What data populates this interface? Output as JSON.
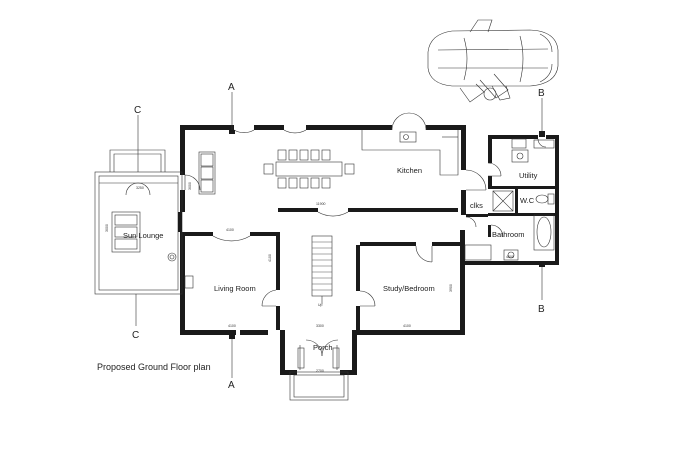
{
  "title": "Proposed Ground Floor plan",
  "rooms": {
    "kitchen": "Kitchen",
    "utility": "Utility",
    "wc": "W.C",
    "clks": "clks",
    "bathroom": "Bathroom",
    "sun_lounge": "Sun Lounge",
    "living_room": "Living Room",
    "study_bedroom": "Study/Bedroom",
    "porch": "Porch",
    "stair_up": "Up"
  },
  "section_markers": {
    "a_top": "A",
    "a_bottom": "A",
    "b_top": "B",
    "b_bottom": "B",
    "c_top": "C",
    "c_bottom": "C"
  },
  "dimensions": {
    "sun_lounge_width": "3250",
    "sun_lounge_depth": "3000",
    "kitchen_depth": "3000",
    "corridor_width": "11900",
    "living_width": "4100",
    "living_bottom": "4100",
    "study_bottom": "4100",
    "study_side": "3900",
    "porch_width": "3300",
    "porch_front": "2700",
    "bath_width": "4000"
  }
}
